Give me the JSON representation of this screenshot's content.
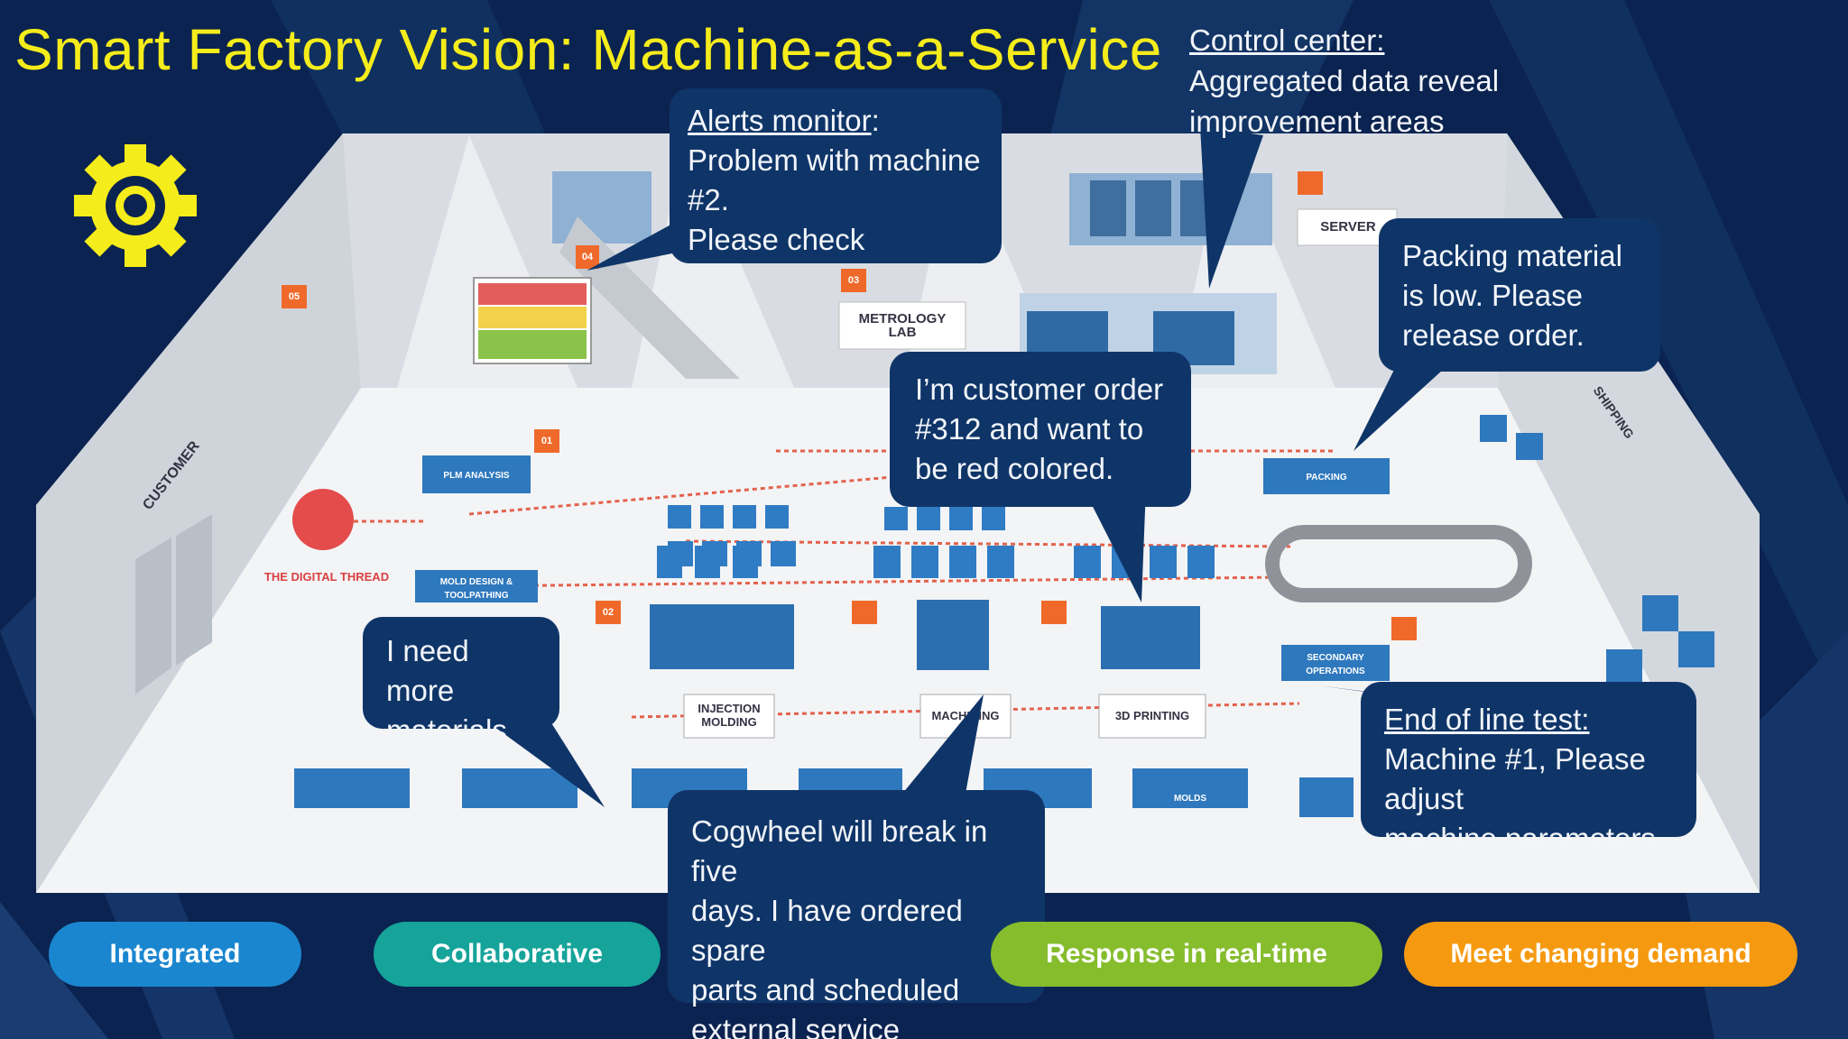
{
  "title": "Smart Factory Vision: Machine-as-a-Service",
  "colors": {
    "title": "#f5ec1b",
    "background": "#0b2350",
    "bubble": "#0f3568",
    "gear": "#f5ec1b",
    "integrated": "#1a86cf",
    "collaborative": "#15a39a",
    "realtime": "#86bd2d",
    "demand": "#f59a10"
  },
  "gear_icon": "gear-icon",
  "callouts": {
    "alerts": {
      "heading": "Alerts monitor",
      "suffix": ":",
      "line1": "Problem with machine #2.",
      "line2": "Please check"
    },
    "control": {
      "heading": "Control center:",
      "line1": "Aggregated data reveal",
      "line2": "improvement areas"
    },
    "packing": {
      "line1": "Packing material",
      "line2": "is low. Please",
      "line3": "release order."
    },
    "order": {
      "line1": "I’m customer order",
      "line2": "#312 and want to",
      "line3": "be red colored."
    },
    "materials": {
      "line1": "I need more",
      "line2": "materials"
    },
    "cogwheel": {
      "line1": "Cogwheel will break in five",
      "line2": "days. I have ordered spare",
      "line3": "parts and scheduled",
      "line4": "external service provider."
    },
    "endline": {
      "heading": "End of line test:",
      "line1": "Machine #1, Please adjust",
      "line2": "machine parameters"
    }
  },
  "factory_labels": {
    "customer": "CUSTOMER",
    "digital_thread": "THE DIGITAL THREAD",
    "plm": "PLM ANALYSIS",
    "mold": "MOLD DESIGN & TOOLPATHING",
    "metrology": "METROLOGY LAB",
    "server": "SERVER",
    "packing": "PACKING",
    "shipping": "SHIPPING",
    "injection": "INJECTION MOLDING",
    "machining": "MACHINING",
    "printing": "3D PRINTING",
    "secondary": "SECONDARY OPERATIONS",
    "molds": "MOLDS",
    "tag01": "01",
    "tag02": "02",
    "tag03": "03",
    "tag04": "04",
    "tag05": "05"
  },
  "pills": {
    "integrated": "Integrated",
    "collaborative": "Collaborative",
    "realtime": "Response in real-time",
    "demand": "Meet changing demand"
  }
}
